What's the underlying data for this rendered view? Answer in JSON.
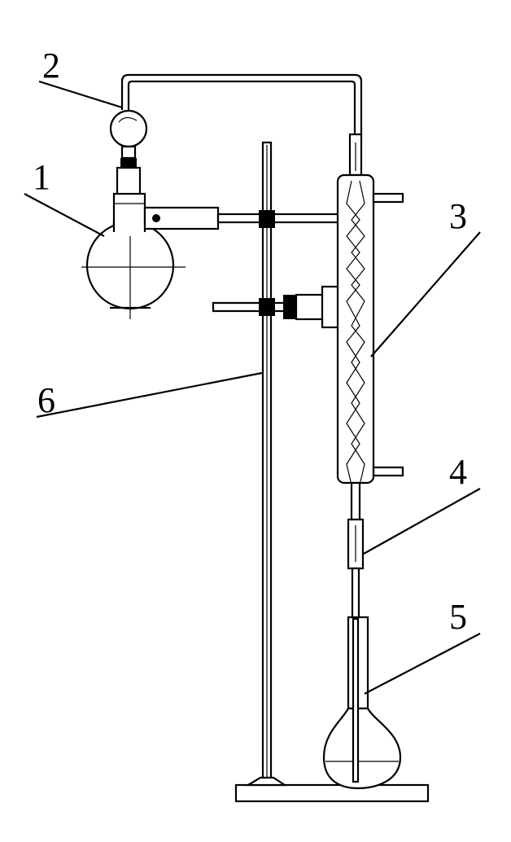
{
  "diagram": {
    "labels": {
      "flask": "1",
      "splash_bulb": "2",
      "condenser": "3",
      "adapter": "4",
      "receiving_flask": "5",
      "stand": "6"
    }
  }
}
